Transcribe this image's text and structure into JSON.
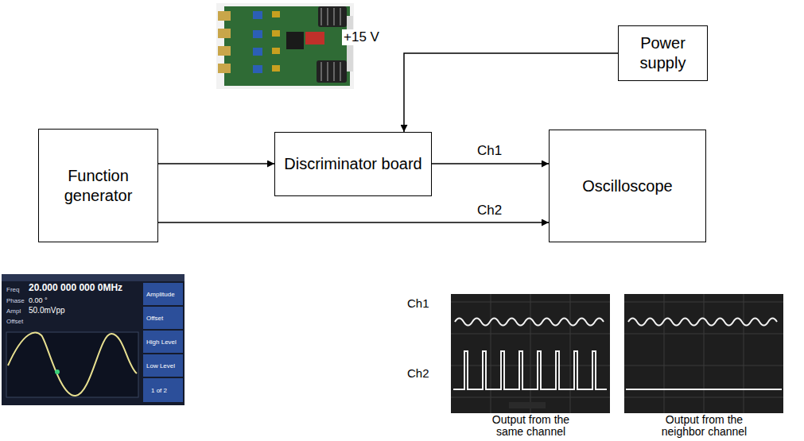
{
  "diagram": {
    "nodes": [
      {
        "text": [
          "Function generator"
        ]
      },
      {
        "text": [
          "Discriminator board"
        ]
      },
      {
        "text": [
          "Oscilloscope"
        ]
      },
      {
        "text": [
          "Power supply"
        ]
      }
    ],
    "edges": [
      {
        "from": 0,
        "to": 1,
        "arrow": "to"
      },
      {
        "from": 1,
        "to": 2,
        "label": "Ch1",
        "arrow": "to"
      },
      {
        "from": 0,
        "to": 2,
        "label": "Ch2",
        "arrow": "to"
      },
      {
        "from": 3,
        "to": 1,
        "label": "+15 V",
        "arrow": "to"
      }
    ],
    "labels": [
      "Ch1",
      "Ch2",
      "Output from the same channel",
      "Output from the neighbor channel",
      "Freq",
      "20.000 000 000 0MHz",
      "Phase",
      "0.00 °",
      "Ampl",
      "50.0mVpp",
      "Offset",
      "Amplitude",
      "Offset",
      "High Level",
      "Low Level",
      "1 of 2"
    ]
  }
}
